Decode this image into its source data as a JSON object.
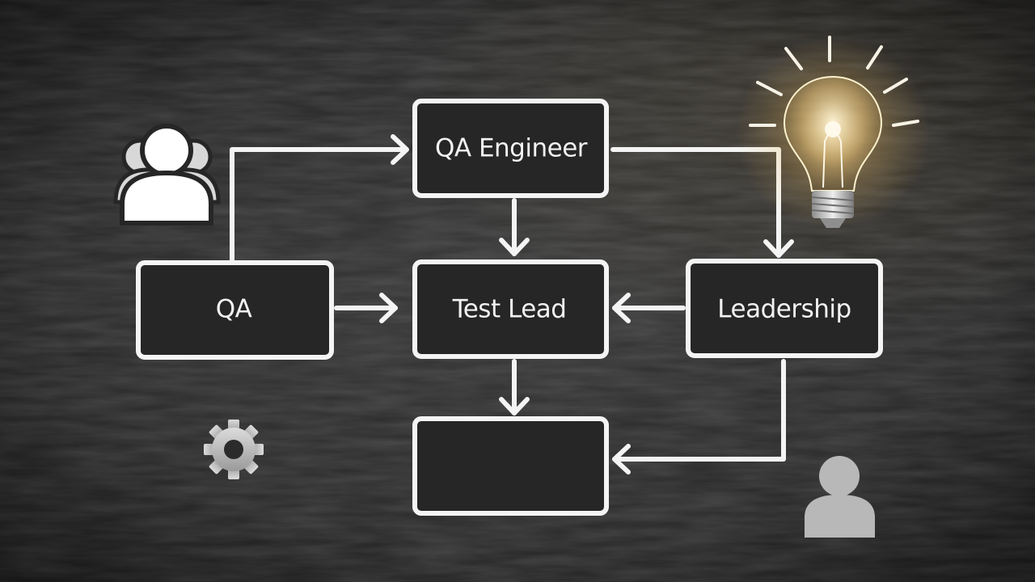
{
  "diagram": {
    "nodes": [
      {
        "id": "qa",
        "label": "QA"
      },
      {
        "id": "qa-engineer",
        "label": "QA Engineer"
      },
      {
        "id": "test-lead",
        "label": "Test Lead"
      },
      {
        "id": "leadership",
        "label": "Leadership"
      },
      {
        "id": "blank",
        "label": ""
      }
    ],
    "edges": [
      {
        "from": "qa",
        "to": "qa-engineer"
      },
      {
        "from": "qa",
        "to": "test-lead"
      },
      {
        "from": "qa-engineer",
        "to": "test-lead"
      },
      {
        "from": "qa-engineer",
        "to": "leadership"
      },
      {
        "from": "leadership",
        "to": "test-lead"
      },
      {
        "from": "test-lead",
        "to": "blank"
      },
      {
        "from": "leadership",
        "to": "blank"
      }
    ],
    "icons": [
      "users-icon",
      "gear-icon",
      "lightbulb-icon",
      "user-icon"
    ],
    "colors": {
      "background": "#2b2b2b",
      "stroke": "#f4f4f4",
      "bulb_glow": "#ffd98a"
    }
  }
}
